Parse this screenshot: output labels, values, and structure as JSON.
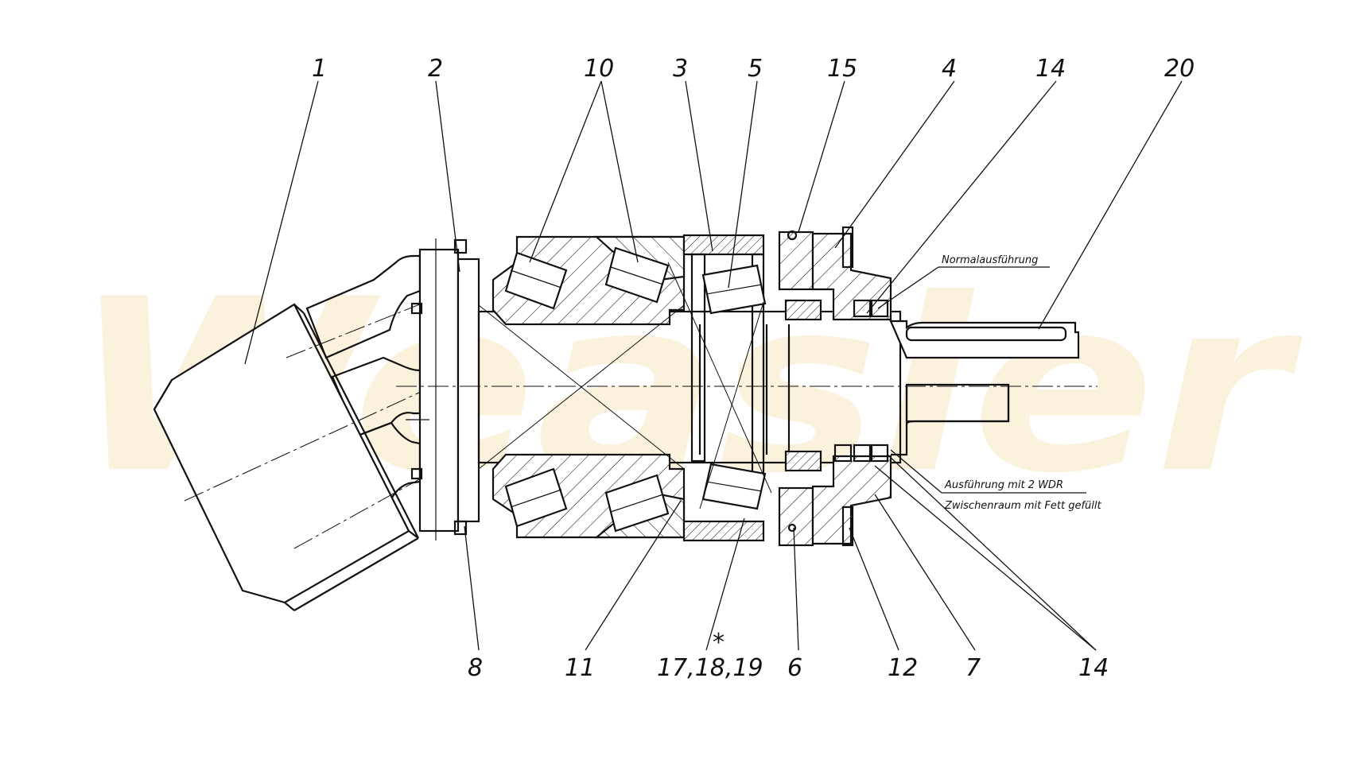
{
  "callouts": {
    "c1": "1",
    "c2": "2",
    "c10": "10",
    "c3": "3",
    "c5": "5",
    "c15": "15",
    "c4": "4",
    "c14_top": "14",
    "c20": "20",
    "c8": "8",
    "c11": "11",
    "c17_18_19": "17,18,19",
    "c6": "6",
    "c12": "12",
    "c7": "7",
    "c14_bottom": "14",
    "asterisk": "*"
  },
  "notes": {
    "normal": "Normalausführung",
    "two_wdr": "Ausführung mit  2 WDR",
    "grease": "Zwischenraum mit Fett gefüllt"
  },
  "watermark": {
    "text": "Weasler",
    "color": "#f6e8c2"
  }
}
